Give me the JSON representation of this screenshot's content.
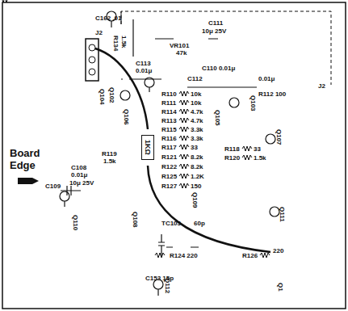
{
  "diagram": {
    "nodes": [
      {
        "text": [
          "1KΩ"
        ]
      }
    ],
    "labels": [
      "C162 .01",
      "J2",
      "R134",
      "1.5k",
      "VR101",
      "47k",
      "C111",
      "10μ 25V",
      "C113",
      "0.01μ",
      "C110 0.01μ",
      "C112",
      "0.01μ",
      "J2",
      "R112 100",
      "Q104",
      "Q102",
      "Q106",
      "R110",
      "10k",
      "R111",
      "10k",
      "R114",
      "4.7k",
      "R113",
      "4.7k",
      "R115",
      "3.3k",
      "R116",
      "3.3k",
      "R117",
      "33",
      "R118",
      "33",
      "R119",
      "1.5k",
      "R120",
      "1.5k",
      "R121",
      "8.2k",
      "R122",
      "8.2k",
      "R125",
      "1.2K",
      "R127",
      "150",
      "Q105",
      "Q103",
      "Q107",
      "Board Edge",
      "C108",
      "0.01μ",
      "C109",
      "10μ 25V",
      "Q110",
      "Q109",
      "Q108",
      "Q111",
      "TC103",
      "60p",
      "R124 220",
      "R126",
      "220",
      "C153 15p",
      "Q112",
      "Q1"
    ]
  }
}
